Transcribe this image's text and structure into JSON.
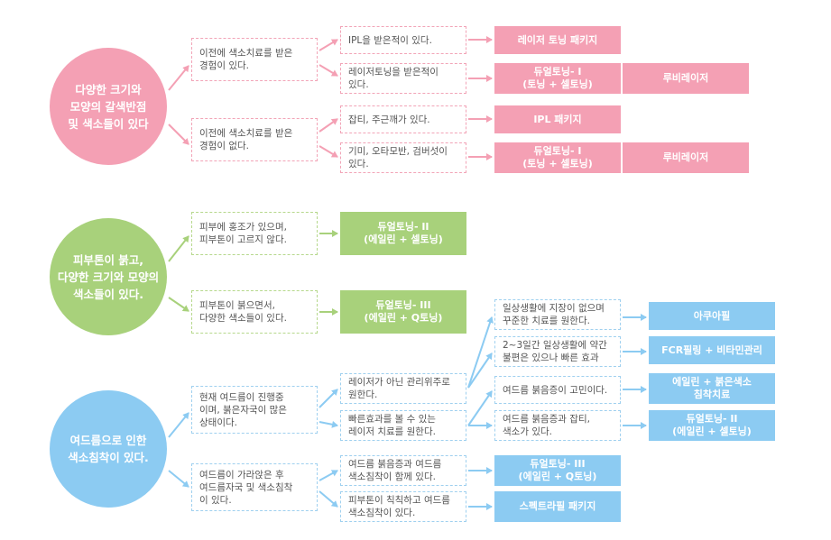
{
  "colors": {
    "pink": "#f4a0b4",
    "green": "#a8d17b",
    "blue": "#8ccbf2"
  },
  "pink_group": {
    "circle": "다양한 크기와\n모양의 갈색반점\n및 색소들이 있다",
    "cond_1": "이전에 색소치료를 받은\n경험이 있다.",
    "cond_2": "이전에 색소치료를 받은\n경험이 없다.",
    "sub_1": "IPL을 받은적이 있다.",
    "sub_2": "레이저토닝을 받은적이\n있다.",
    "sub_3": "잡티, 주근깨가 있다.",
    "sub_4": "기미, 오타모반, 검버섯이\n있다.",
    "res_1": "레이저 토닝 패키지",
    "res_2": "듀얼토닝- I\n(토닝 + 셀토닝)",
    "res_2b": "루비레이저",
    "res_3": "IPL 패키지",
    "res_4": "듀얼토닝- I\n(토닝 + 셀토닝)",
    "res_4b": "루비레이저"
  },
  "green_group": {
    "circle": "피부톤이 붉고,\n다양한 크기와 모양의\n색소들이 있다.",
    "cond_1": "피부에 홍조가 있으며,\n피부톤이 고르지 않다.",
    "cond_2": "피부톤이 붉으면서,\n다양한 색소들이 있다.",
    "res_1": "듀얼토닝- II\n(에일린 + 셀토닝)",
    "res_2": "듀얼토닝- III\n(에일린 + Q토닝)"
  },
  "blue_group": {
    "circle": "여드름으로 인한\n색소침착이 있다.",
    "cond_1": "현재 여드름이 진행중\n이며, 붉은자국이 많은\n상태이다.",
    "cond_2": "여드름이 가라앉은 후\n여드름자국 및 색소침착\n이 있다.",
    "sub_1": "레이저가 아닌 관리위주로\n원한다.",
    "sub_2": "빠른효과를 볼 수 있는\n레이저 치료를 원한다.",
    "sub_3": "여드름 붉음증과 여드름\n색소침착이 함께 있다.",
    "sub_4": "피부톤이 칙칙하고 여드름\n색소침착이 있다.",
    "det_1": "일상생활에 지장이 없으며\n꾸준한 치료를 원한다.",
    "det_2": "2~3일간 일상생활에 약간\n불편은 있으나 빠른 효과",
    "det_3": "여드름 붉음증이 고민이다.",
    "det_4": "여드름 붉음증과 잡티,\n색소가 있다.",
    "res_1": "아쿠아필",
    "res_2": "FCR필링 + 비타민관리",
    "res_3": "에일린 + 붉은색소\n침착치료",
    "res_4": "듀얼토닝- II\n(에일린 + 셀토닝)",
    "res_5": "듀얼토닝- III\n(에일린 + Q토닝)",
    "res_6": "스펙트라필 패키지"
  }
}
